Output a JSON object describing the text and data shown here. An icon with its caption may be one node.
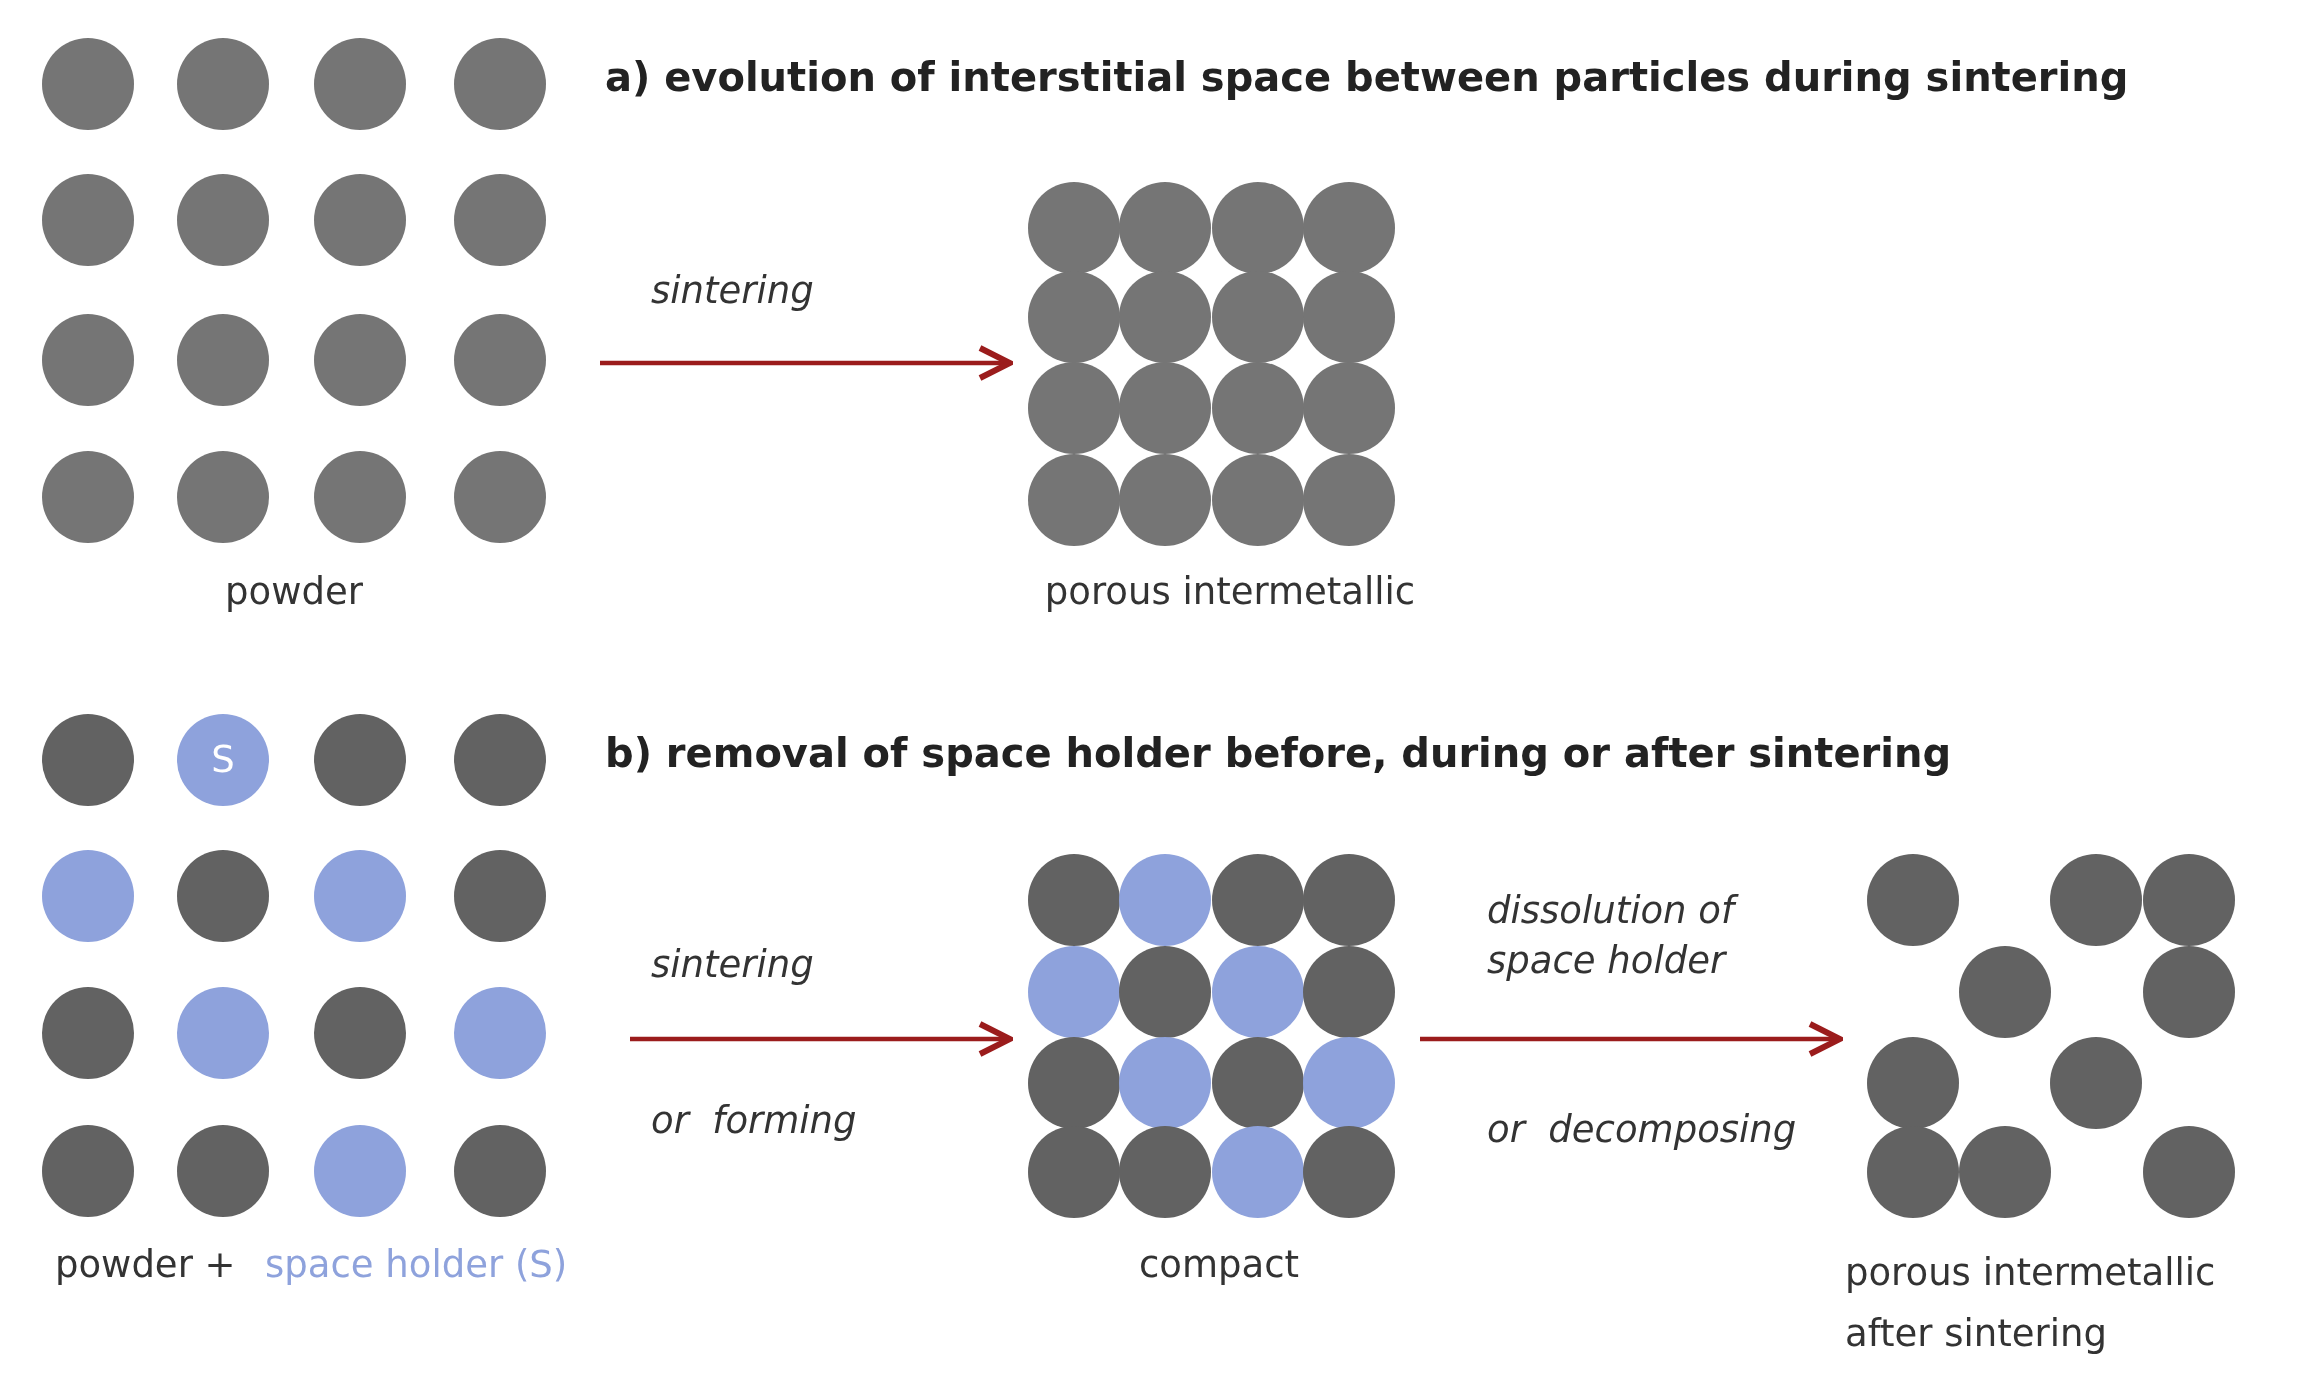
{
  "diagram": {
    "nodes": [
      {
        "text": [
          "powder"
        ]
      },
      {
        "text": [
          "porous intermetallic"
        ]
      },
      {
        "text": [
          "powder +",
          "space holder (S)"
        ]
      },
      {
        "text": [
          "compact"
        ]
      },
      {
        "text": [
          "porous intermetallic after sintering"
        ]
      }
    ],
    "edges": [
      {
        "from": 0,
        "to": 1,
        "arrow": "to",
        "label": "sintering"
      },
      {
        "from": 2,
        "to": 3,
        "arrow": "to",
        "label": "sintering"
      },
      {
        "from": 3,
        "to": 4,
        "arrow": "to",
        "label": "dissolution of space holder"
      }
    ],
    "labels": [
      "a) evolution of interstitial space between particles during sintering",
      "b) removal of space holder before, during or after sintering",
      "S",
      "or  forming",
      "or  decomposing"
    ]
  }
}
